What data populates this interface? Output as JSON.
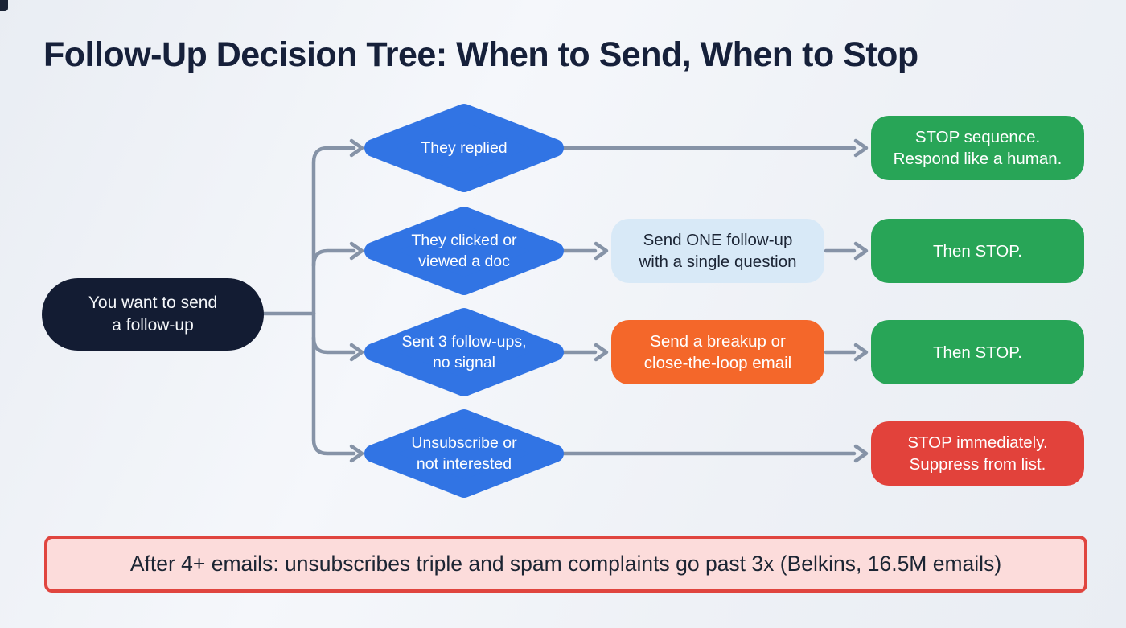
{
  "title": "Follow-Up Decision Tree: When to Send, When to Stop",
  "root": {
    "lines": [
      "You want to send",
      "a follow-up"
    ]
  },
  "branches": [
    {
      "condition": {
        "lines": [
          "They replied"
        ]
      },
      "outcome": {
        "lines": [
          "STOP sequence.",
          "Respond like a human."
        ]
      }
    },
    {
      "condition": {
        "lines": [
          "They clicked or",
          "viewed a doc"
        ]
      },
      "action": {
        "lines": [
          "Send ONE follow-up",
          "with a single question"
        ]
      },
      "outcome": {
        "lines": [
          "Then STOP."
        ]
      }
    },
    {
      "condition": {
        "lines": [
          "Sent 3 follow-ups,",
          "no signal"
        ]
      },
      "action": {
        "lines": [
          "Send a breakup or",
          "close-the-loop email"
        ]
      },
      "outcome": {
        "lines": [
          "Then STOP."
        ]
      }
    },
    {
      "condition": {
        "lines": [
          "Unsubscribe or",
          "not interested"
        ]
      },
      "outcome": {
        "lines": [
          "STOP immediately.",
          "Suppress from list."
        ]
      }
    }
  ],
  "footnote": "After 4+ emails: unsubscribes triple and spam complaints go past 3x (Belkins, 16.5M emails)",
  "colors": {
    "background": "#eef1f6",
    "title_text": "#16203a",
    "corner_mark": "#1a2335",
    "root_bg": "#131c33",
    "root_text": "#f5f7fa",
    "condition_bg": "#3174e4",
    "condition_text": "#ffffff",
    "action_info_bg": "#d8e9f7",
    "action_info_text": "#1b2434",
    "action_warning_bg": "#f4672a",
    "action_warning_text": "#ffffff",
    "outcome_success_bg": "#28a557",
    "outcome_danger_bg": "#e2423b",
    "outcome_text": "#ffffff",
    "connector": "#8693a7",
    "footnote_bg": "#fcdcdb",
    "footnote_border": "#e0453f",
    "footnote_text": "#1c2533"
  }
}
